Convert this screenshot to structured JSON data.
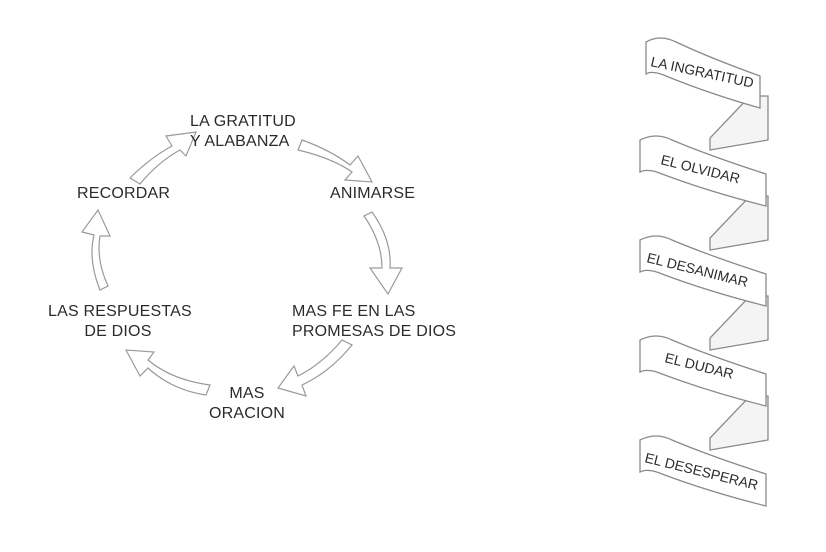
{
  "cycle": {
    "nodes": [
      {
        "id": "gratitude",
        "lines": [
          "LA GRATITUD",
          "Y ALABANZA"
        ]
      },
      {
        "id": "encourage",
        "lines": [
          "ANIMARSE"
        ]
      },
      {
        "id": "faith",
        "lines": [
          "MAS FE EN LAS",
          "PROMESAS DE DIOS"
        ]
      },
      {
        "id": "prayer",
        "lines": [
          "MAS",
          "ORACION"
        ]
      },
      {
        "id": "answers",
        "lines": [
          "LAS RESPUESTAS",
          "DE DIOS"
        ]
      },
      {
        "id": "remember",
        "lines": [
          "RECORDAR"
        ]
      }
    ]
  },
  "spiral": {
    "items": [
      "LA INGRATITUD",
      "EL OLVIDAR",
      "EL DESANIMAR",
      "EL DUDAR",
      "EL DESESPERAR"
    ]
  }
}
